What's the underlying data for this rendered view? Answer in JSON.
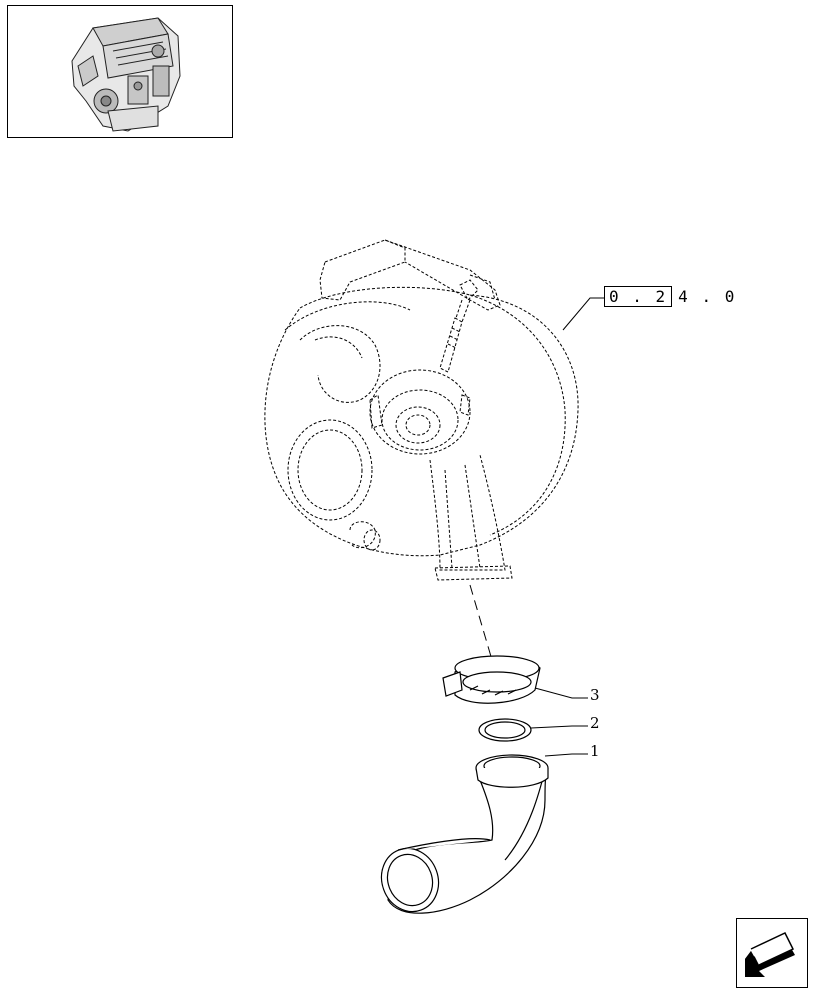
{
  "reference": {
    "boxed": "0 . 2",
    "rest": "4 . 0"
  },
  "callouts": {
    "part_1": "1",
    "part_2": "2",
    "part_3": "3"
  },
  "icons": {
    "thumbnail": "engine-thumbnail-icon",
    "navigation": "next-page-arrow-icon"
  },
  "colors": {
    "line": "#000000",
    "background": "#ffffff"
  }
}
